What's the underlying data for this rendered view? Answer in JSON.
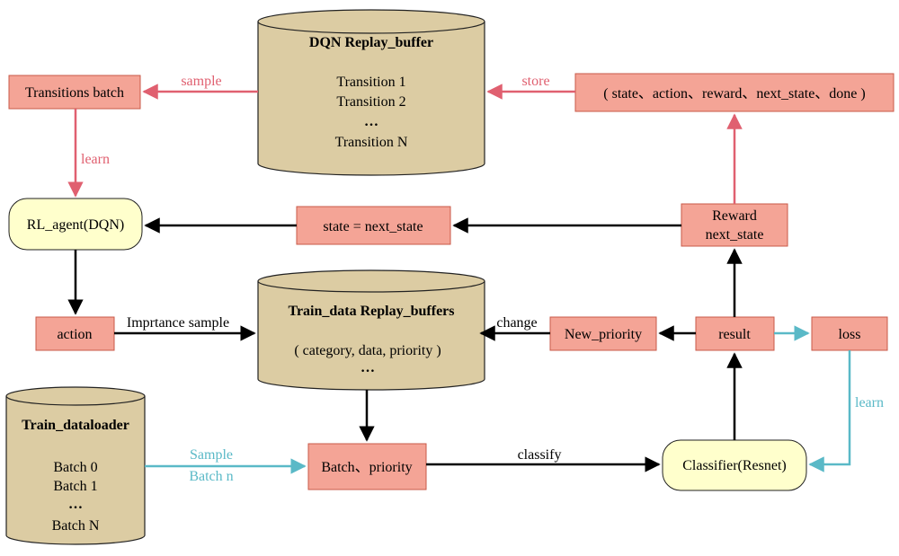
{
  "cylinders": {
    "dqn": {
      "title": "DQN Replay_buffer",
      "items": [
        "Transition 1",
        "Transition 2",
        "…",
        "Transition N"
      ]
    },
    "train_data": {
      "title": "Train_data Replay_buffers",
      "items": [
        "( category, data, priority )",
        "…"
      ]
    },
    "dataloader": {
      "title": "Train_dataloader",
      "items": [
        "Batch 0",
        "Batch 1",
        "…",
        "Batch N"
      ]
    }
  },
  "boxes": {
    "transitions_batch": "Transitions batch",
    "tuple": "( state、action、reward、next_state、done )",
    "state_next": "state = next_state",
    "reward": [
      "Reward",
      "next_state"
    ],
    "action": "action",
    "new_priority": "New_priority",
    "result": "result",
    "loss": "loss",
    "batch_priority": "Batch、priority"
  },
  "agents": {
    "rl_agent": "RL_agent(DQN)",
    "classifier": "Classifier(Resnet)"
  },
  "edges": {
    "sample": "sample",
    "store": "store",
    "learn_top": "learn",
    "importance": "Imprtance sample",
    "change": "change",
    "learn_right": "learn",
    "sample_batch": [
      "Sample",
      "Batch n"
    ],
    "classify": "classify"
  },
  "colors": {
    "box_fill": "#f4a496",
    "box_stroke": "#c85a48",
    "cyl_fill": "#dccca3",
    "agent_fill": "#ffffcc",
    "red_arrow": "#e06070",
    "teal_arrow": "#5ab9c7",
    "black": "#000000"
  }
}
